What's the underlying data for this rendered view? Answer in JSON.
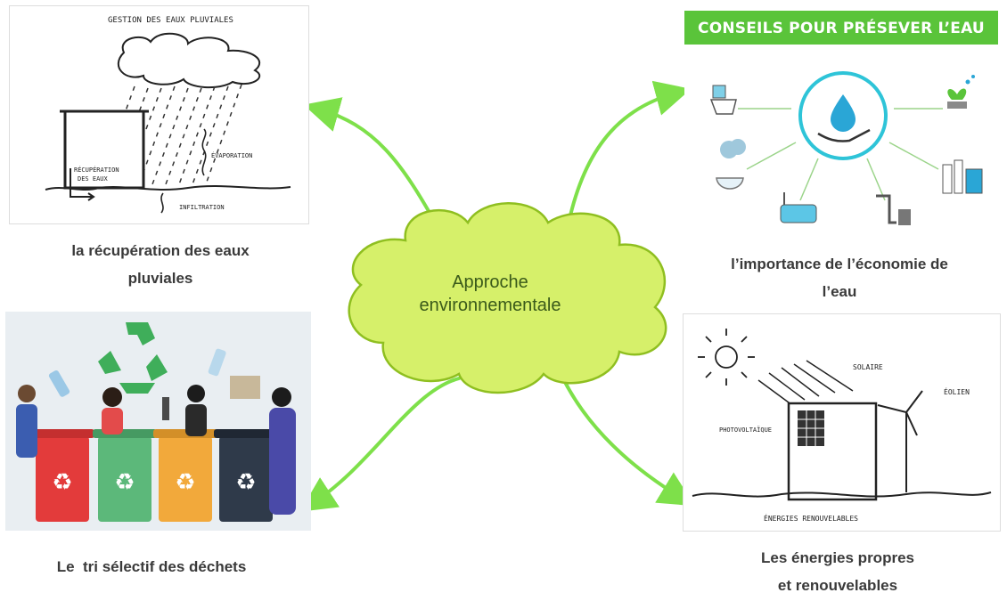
{
  "center": {
    "line1": "Approche",
    "line2": "environnementale",
    "fill_color": "#d6f06a",
    "stroke_color": "#8fbf20"
  },
  "arrow_color": "#7ee04a",
  "panels": {
    "top_left": {
      "caption_line1": "la récupération des eaux",
      "caption_line2": "pluviales",
      "sketch_title": "GESTION DES EAUX PLUVIALES",
      "label_recuperation_1": "RÉCUPÉRATION",
      "label_recuperation_2": "DES EAUX",
      "label_evaporation": "ÉVAPORATION",
      "label_infiltration": "INFILTRATION"
    },
    "top_right": {
      "banner": "CONSEILS POUR PRÉSEVER L’EAU",
      "caption_line1": "l’importance de l’économie de",
      "caption_line2": "l’eau",
      "accent_color": "#5ac43a",
      "circle_color": "#2ec4d8",
      "icons": [
        "toilet-icon",
        "plant-icon",
        "shower-icon",
        "bottles-icon",
        "bathtub-icon",
        "faucet-icon",
        "water-hand-icon"
      ]
    },
    "bottom_left": {
      "caption": "Le  tri sélectif des déchets",
      "bin_colors": [
        "#e33b3b",
        "#5cb87a",
        "#f2a93b",
        "#2f3a4a"
      ],
      "icons": [
        "recycle-icon",
        "recycle-bin-icon"
      ]
    },
    "bottom_right": {
      "caption_line1": "Les énergies propres",
      "caption_line2": "et renouvelables",
      "label_solaire": "SOLAIRE",
      "label_eolien": "ÉOLIEN",
      "label_photovoltaique": "PHOTOVOLTAÏQUE",
      "label_bottom": "ÉNERGIES RENOUVELABLES"
    }
  }
}
